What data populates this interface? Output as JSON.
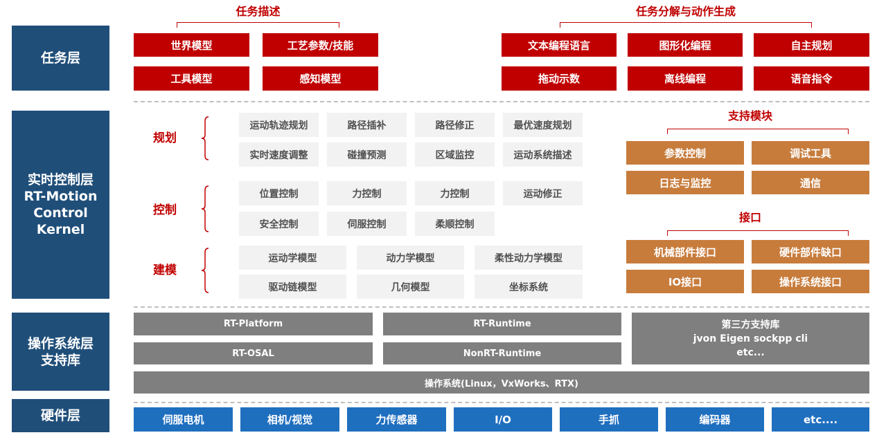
{
  "layers": {
    "task": "任务层",
    "realtime": [
      "实时控制层",
      "RT-Motion",
      "Control",
      "Kernel"
    ],
    "os": [
      "操作系统层",
      "支持库"
    ],
    "hardware": "硬件层"
  },
  "task": {
    "description": {
      "title": "任务描述",
      "items": [
        "世界模型",
        "工艺参数/技能",
        "工具模型",
        "感知模型"
      ]
    },
    "decomposition": {
      "title": "任务分解与动作生成",
      "items": [
        "文本编程语言",
        "图形化编程",
        "自主规划",
        "拖动示数",
        "离线编程",
        "语音指令"
      ]
    }
  },
  "realtime": {
    "planning": {
      "label": "规划",
      "items": [
        "运动轨迹规划",
        "路径插补",
        "路径修正",
        "最优速度规划",
        "实时速度调整",
        "碰撞预测",
        "区域监控",
        "运动系统描述"
      ]
    },
    "control": {
      "label": "控制",
      "items": [
        "位置控制",
        "力控制",
        "力控制",
        "运动修正",
        "安全控制",
        "伺服控制",
        "柔顺控制"
      ]
    },
    "modeling": {
      "label": "建模",
      "items": [
        "运动学模型",
        "动力学模型",
        "柔性动力学模型",
        "驱动链模型",
        "几何模型",
        "坐标系统"
      ]
    },
    "support": {
      "title": "支持模块",
      "items": [
        "参数控制",
        "调试工具",
        "日志与监控",
        "通信"
      ]
    },
    "interface": {
      "title": "接口",
      "items": [
        "机械部件接口",
        "硬件部件缺口",
        "IO接口",
        "操作系统接口"
      ]
    }
  },
  "os": {
    "rt_platform": "RT-Platform",
    "rt_runtime": "RT-Runtime",
    "rt_osal": "RT-OSAL",
    "nonrt_runtime": "NonRT-Runtime",
    "third_party": [
      "第三方支持库",
      "jvon Eigen sockpp cli",
      "etc..."
    ],
    "os_line": "操作系统(Linux，VxWorks、RTX)"
  },
  "hardware": {
    "items": [
      "伺服电机",
      "相机/视觉",
      "力传感器",
      "I/O",
      "手抓",
      "编码器",
      "etc...."
    ]
  },
  "colors": {
    "layer_blue": "#1f4e79",
    "task_red": "#c00000",
    "module_gray": "#f2f2f2",
    "support_orange": "#c77c3c",
    "os_gray": "#7f7f7f",
    "hardware_blue": "#1f6fbf",
    "divider": "#bfbfbf"
  }
}
